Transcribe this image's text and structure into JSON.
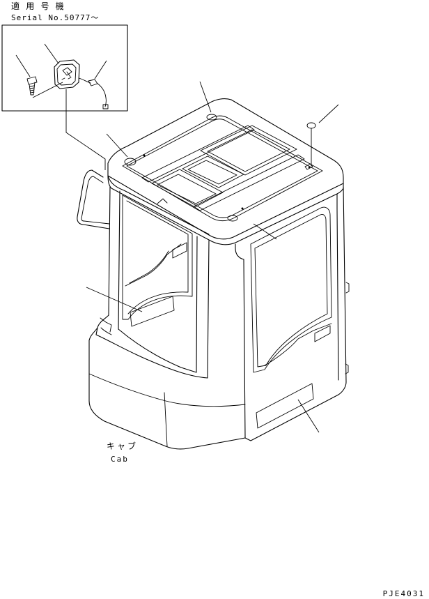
{
  "header": {
    "applicable_models": "適 用 号 機",
    "serial_number": "Serial  No.50777～"
  },
  "caption": {
    "japanese": "キャブ",
    "english": "Cab"
  },
  "drawing_code": "PJE4031",
  "colors": {
    "line": "#000000",
    "background": "#ffffff"
  }
}
